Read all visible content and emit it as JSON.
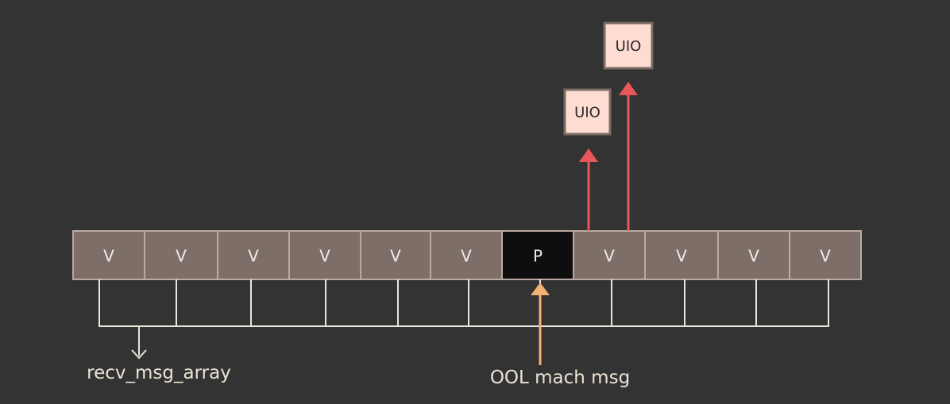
{
  "array": {
    "cells": [
      {
        "label": "V",
        "kind": "value"
      },
      {
        "label": "V",
        "kind": "value"
      },
      {
        "label": "V",
        "kind": "value"
      },
      {
        "label": "V",
        "kind": "value"
      },
      {
        "label": "V",
        "kind": "value"
      },
      {
        "label": "V",
        "kind": "value"
      },
      {
        "label": "P",
        "kind": "pointer"
      },
      {
        "label": "V",
        "kind": "value"
      },
      {
        "label": "V",
        "kind": "value"
      },
      {
        "label": "V",
        "kind": "value"
      },
      {
        "label": "V",
        "kind": "value"
      }
    ]
  },
  "uio_boxes": [
    {
      "label": "UIO"
    },
    {
      "label": "UIO"
    }
  ],
  "labels": {
    "array_name": "recv_msg_array",
    "ool_msg": "OOL mach msg"
  },
  "colors": {
    "background": "#333333",
    "cell_fill": "#7d6e67",
    "pointer_fill": "#0e0e0e",
    "uio_fill": "#ffdcd2",
    "red_arrow": "#e8575a",
    "orange_arrow": "#f4b274",
    "bracket": "#e9e6dc"
  }
}
